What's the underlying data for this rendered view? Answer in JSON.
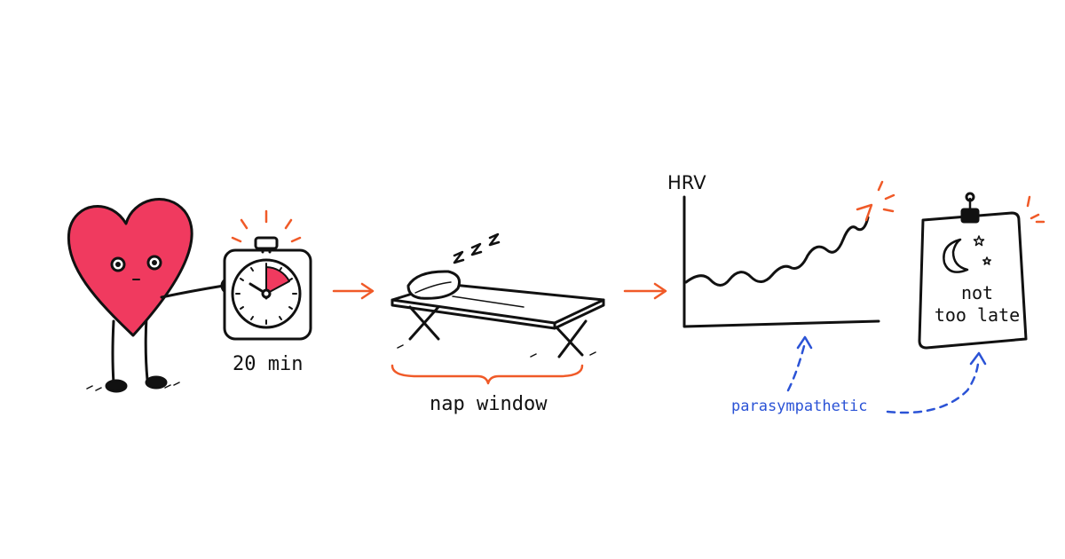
{
  "timer": {
    "label": "20 min"
  },
  "bed": {
    "label": "nap window"
  },
  "chart": {
    "axis_label": "HRV",
    "annotation": "parasympathetic"
  },
  "note": {
    "line1": "not",
    "line2": "too late"
  },
  "colors": {
    "heart": "#f03a5f",
    "arrow": "#f05a28",
    "annotation": "#2b53d6",
    "ink": "#111111"
  },
  "icons": [
    "heart-character",
    "stopwatch-icon",
    "cot-bed",
    "zzz-icon",
    "hrv-chart",
    "clipboard-note",
    "moon-icon",
    "star-icon"
  ]
}
